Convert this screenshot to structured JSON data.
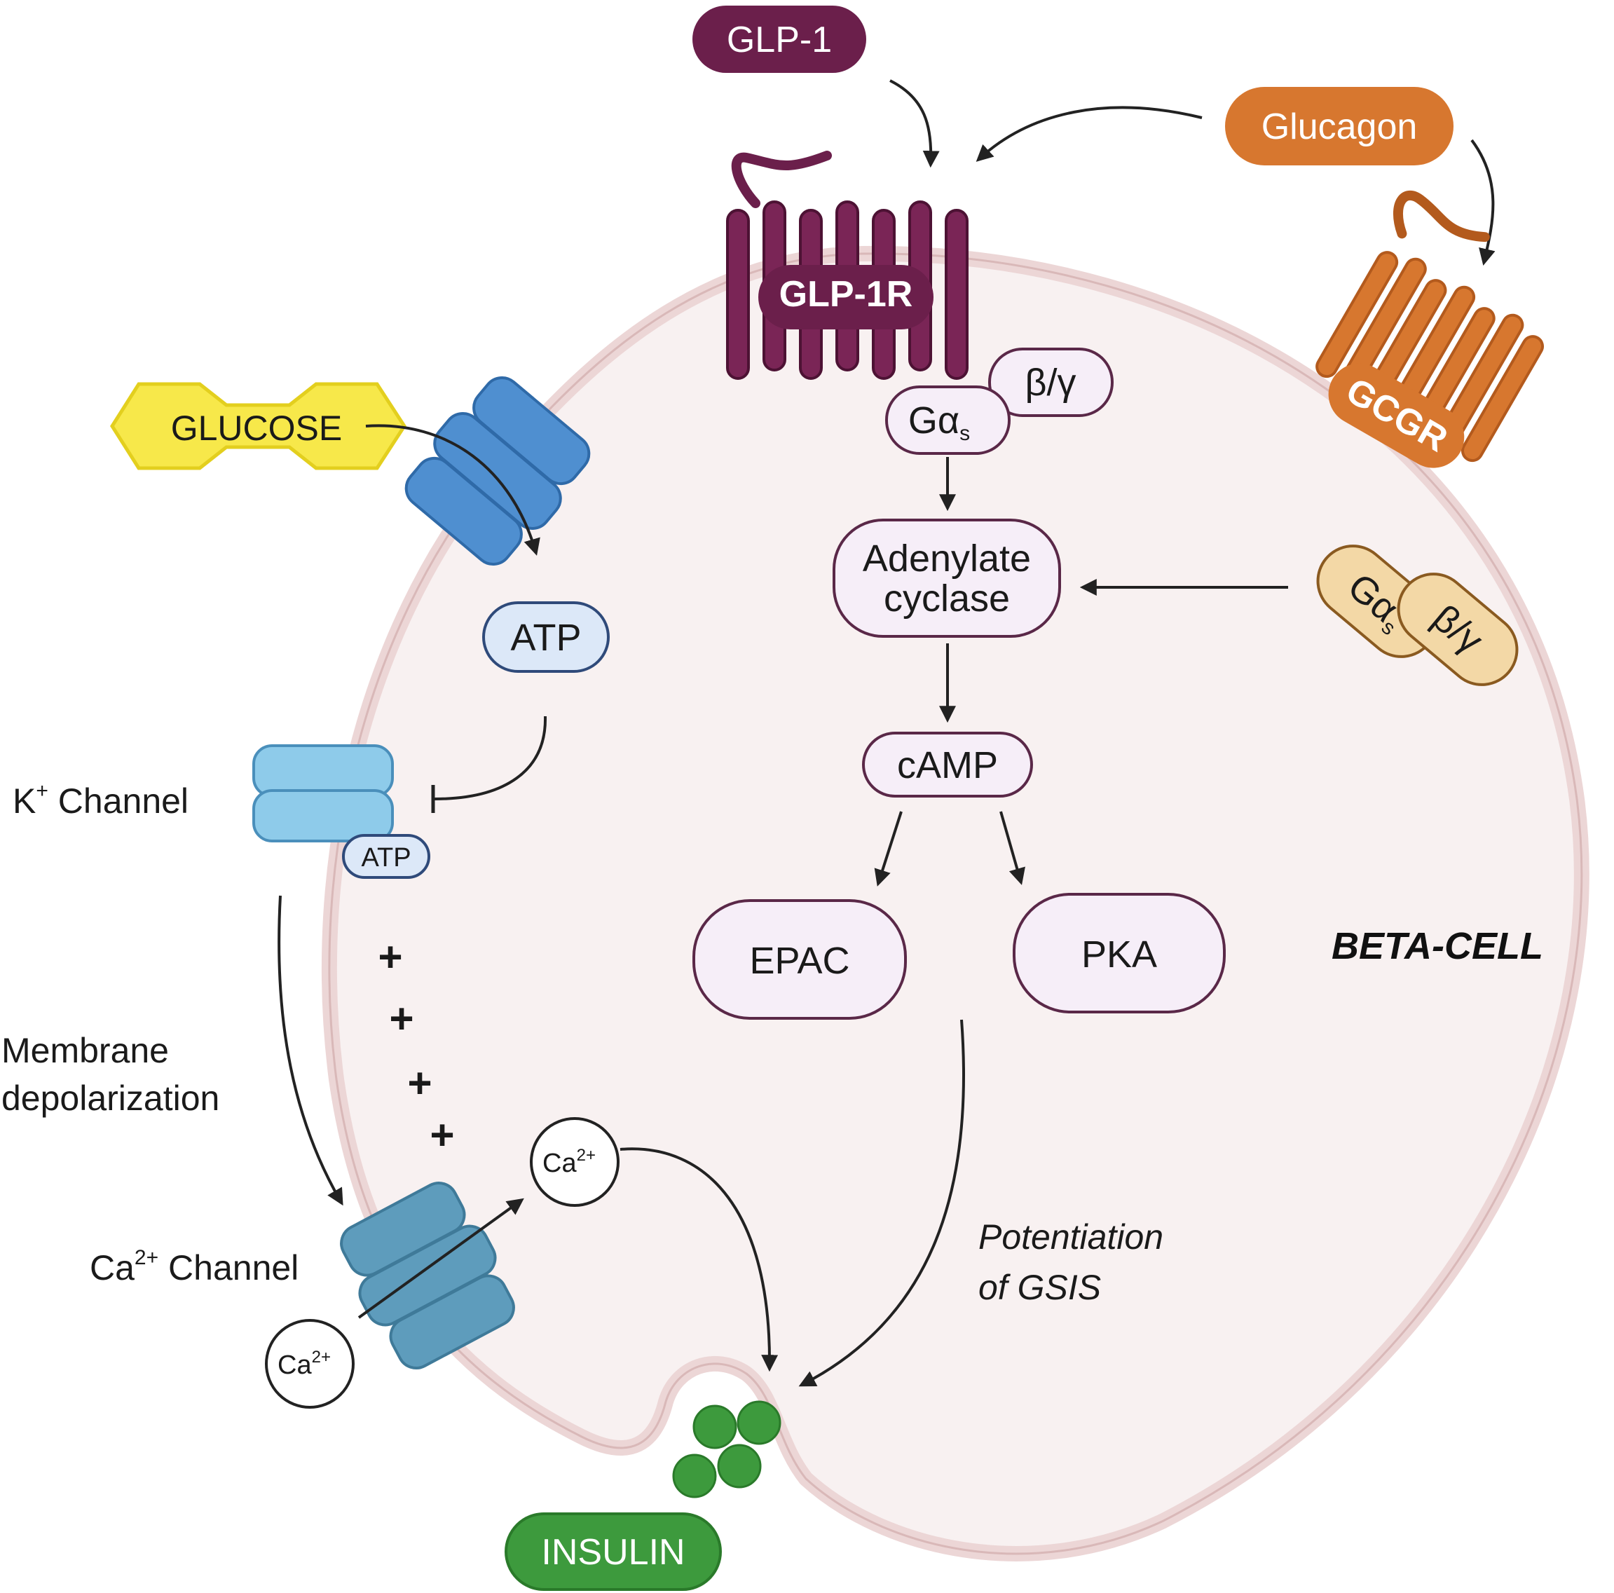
{
  "colors": {
    "glp1": "#6b1f4b",
    "glucagon": "#d7772f",
    "gcgr_dark": "#b35a1d",
    "gprotein_gcgr": "#f3d8a6",
    "node_fill": "#f6eef8",
    "node_stroke": "#5a2848",
    "cell_fill": "#f8f1f1",
    "cell_membrane": "#ecd6d6",
    "glucose": "#f7e84a",
    "channel_blue": "#4f8fd0",
    "k_channel": "#8ecbea",
    "ca_channel": "#5e9cbc",
    "atp_fill": "#dce8f8",
    "insulin": "#3d9a3d"
  },
  "ligands": {
    "glp1": "GLP-1",
    "glucagon": "Glucagon",
    "glucose": "GLUCOSE",
    "insulin": "INSULIN"
  },
  "receptors": {
    "glp1r": "GLP-1R",
    "gcgr": "GCGR"
  },
  "gproteins": {
    "galpha_glp1": "Gα",
    "galpha_glp1_sub": "s",
    "beta_gamma_glp1": "β/γ",
    "galpha_gcgr": "Gα",
    "galpha_gcgr_sub": "s",
    "beta_gamma_gcgr": "β/γ"
  },
  "cascade": {
    "adenylate_line1": "Adenylate",
    "adenylate_line2": "cyclase",
    "camp": "cAMP",
    "epac": "EPAC",
    "pka": "PKA"
  },
  "left": {
    "atp_main": "ATP",
    "atp_small": "ATP",
    "k_channel": "K",
    "k_channel_sup": "+",
    "k_channel_suffix": " Channel",
    "membrane_line1": "Membrane",
    "membrane_line2": "depolarization",
    "ca_channel": "Ca",
    "ca_channel_sup": "2+",
    "ca_channel_suffix": " Channel",
    "ca_ion": "Ca",
    "ca_ion_sup": "2+",
    "ca_ion_outside": "Ca",
    "ca_ion_outside_sup": "2+",
    "plus1": "+",
    "plus2": "+",
    "plus3": "+",
    "plus4": "+"
  },
  "labels": {
    "cell": "BETA-CELL",
    "potentiation_line1": "Potentiation",
    "potentiation_line2": "of GSIS"
  }
}
